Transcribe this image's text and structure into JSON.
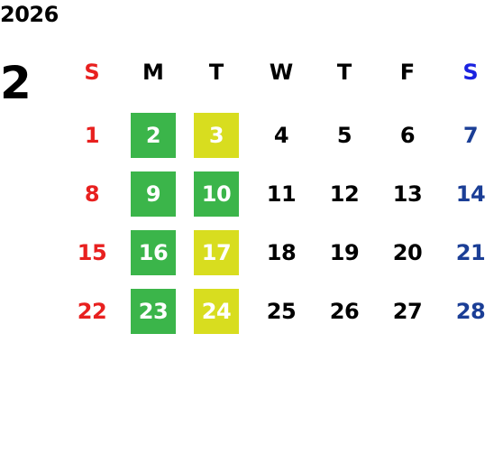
{
  "calendar": {
    "year": "2026",
    "month": "2",
    "weekdays": [
      "S",
      "M",
      "T",
      "W",
      "T",
      "F",
      "S"
    ],
    "weeks": [
      [
        "1",
        "2",
        "3",
        "4",
        "5",
        "6",
        "7"
      ],
      [
        "8",
        "9",
        "10",
        "11",
        "12",
        "13",
        "14"
      ],
      [
        "15",
        "16",
        "17",
        "18",
        "19",
        "20",
        "21"
      ],
      [
        "22",
        "23",
        "24",
        "25",
        "26",
        "27",
        "28"
      ]
    ],
    "highlights": [
      [
        null,
        "green",
        "yellow",
        null,
        null,
        null,
        null
      ],
      [
        null,
        "green",
        "green",
        null,
        null,
        null,
        null
      ],
      [
        null,
        "green",
        "yellow",
        null,
        null,
        null,
        null
      ],
      [
        null,
        "green",
        "yellow",
        null,
        null,
        null,
        null
      ]
    ]
  },
  "colors": {
    "sunday": "#e8201f",
    "saturday_header": "#1a22e0",
    "saturday_date": "#1b3e96",
    "weekday": "#000000",
    "highlight_green": "#3bb54a",
    "highlight_yellow": "#d8dd1f",
    "highlight_text": "#ffffff"
  }
}
